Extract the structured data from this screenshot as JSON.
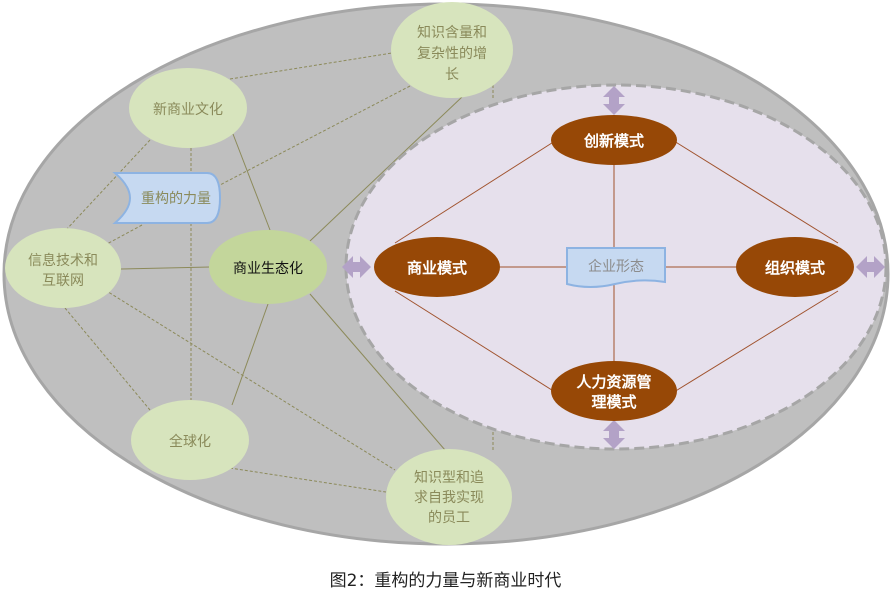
{
  "caption": "图2：重构的力量与新商业时代",
  "outer_nodes": {
    "knowledge": [
      "知识含量和",
      "复杂性的增",
      "长"
    ],
    "culture": "新商业文化",
    "reconstruct": "重构的力量",
    "it": [
      "信息技术和",
      "互联网"
    ],
    "ecosystem": "商业生态化",
    "globalization": "全球化",
    "employees": [
      "知识型和追",
      "求自我实现",
      "的员工"
    ]
  },
  "inner_nodes": {
    "innovation": "创新模式",
    "business": "商业模式",
    "organization": "组织模式",
    "hr": [
      "人力资源管",
      "理模式"
    ],
    "enterprise": "企业形态"
  },
  "colors": {
    "outer_fill": "#bfbfbf",
    "inner_fill": "#e6e0ec",
    "green_node": "#d7e4bd",
    "green_dark": "#c3d69b",
    "brown_node": "#974806",
    "blue_box": "#c6d9f1",
    "arrow": "#b3a2c7"
  }
}
